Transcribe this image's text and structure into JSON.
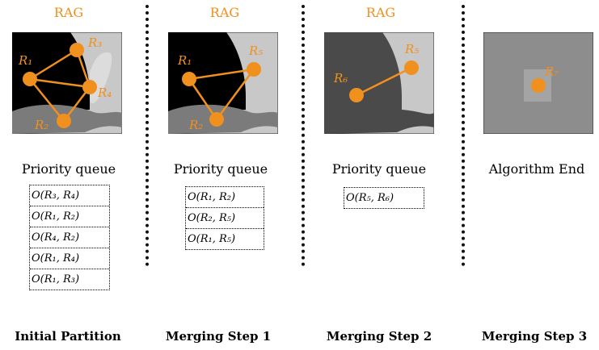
{
  "panels": [
    {
      "rag_title": "RAG",
      "queue_title": "Priority queue",
      "step_label": "Initial Partition",
      "queue": [
        "O(R₃, R₄)",
        "O(R₁, R₂)",
        "O(R₄, R₂)",
        "O(R₁, R₄)",
        "O(R₁, R₃)"
      ],
      "nodes": {
        "r1": "R₁",
        "r2": "R₂",
        "r3": "R₃",
        "r4": "R₄"
      }
    },
    {
      "rag_title": "RAG",
      "queue_title": "Priority queue",
      "step_label": "Merging Step 1",
      "queue": [
        "O(R₁, R₂)",
        "O(R₂, R₅)",
        "O(R₁, R₅)"
      ],
      "nodes": {
        "r1": "R₁",
        "r2": "R₂",
        "r5": "R₅"
      }
    },
    {
      "rag_title": "RAG",
      "queue_title": "Priority queue",
      "step_label": "Merging Step 2",
      "queue": [
        "O(R₅, R₆)"
      ],
      "nodes": {
        "r5": "R₅",
        "r6": "R₆"
      }
    },
    {
      "rag_title": "",
      "queue_title": "Algorithm End",
      "step_label": "Merging Step 3",
      "queue": [],
      "nodes": {
        "r7": "R₇"
      }
    }
  ],
  "colors": {
    "node": "#f0901e",
    "edge": "#f0901e",
    "divider": "#111111"
  }
}
